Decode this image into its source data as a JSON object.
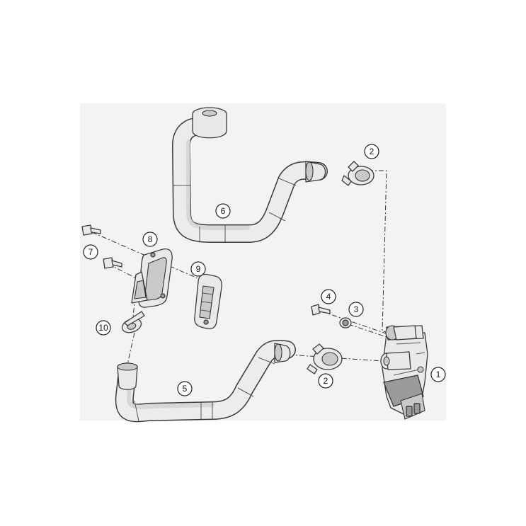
{
  "callouts": {
    "c1": "1",
    "c2a": "2",
    "c2b": "2",
    "c3": "3",
    "c4": "4",
    "c5": "5",
    "c6": "6",
    "c7": "7",
    "c8": "8",
    "c9": "9",
    "c10": "10"
  },
  "colors": {
    "panel": "#f3f3f3",
    "part_fill": "#e9e9e9",
    "outline": "#3a3a3a"
  }
}
